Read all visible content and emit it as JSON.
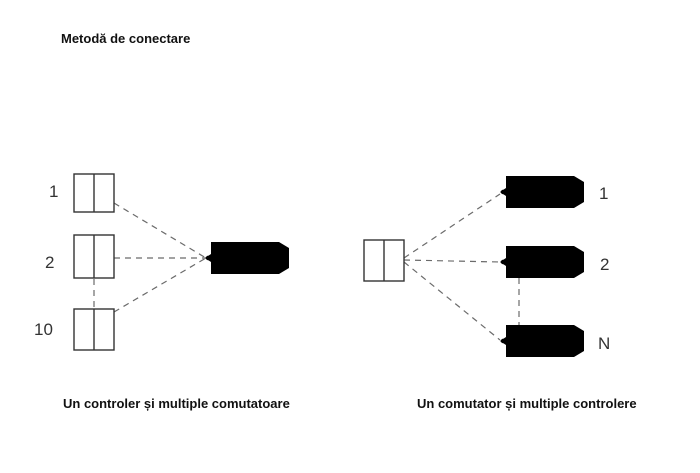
{
  "title": "Metodă de conectare",
  "left": {
    "caption": "Un controler și multiple comutatoare",
    "switch_labels": [
      "1",
      "2",
      "10"
    ]
  },
  "right": {
    "caption": "Un comutator și multiple controlere",
    "controller_labels": [
      "1",
      "2",
      "N"
    ]
  }
}
